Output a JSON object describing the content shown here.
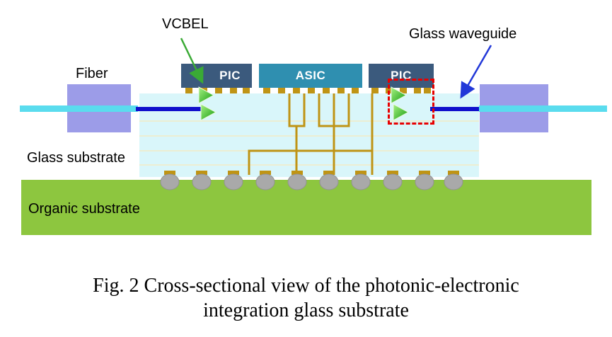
{
  "diagram": {
    "labels": {
      "vcbel": "VCBEL",
      "glass_waveguide": "Glass waveguide",
      "fiber": "Fiber",
      "glass_substrate": "Glass substrate",
      "organic_substrate": "Organic substrate"
    },
    "chips": {
      "pic_left": "PIC",
      "asic": "ASIC",
      "pic_right": "PIC"
    },
    "colors": {
      "fiber_connector": "#9c9ce8",
      "fiber_line": "#5adcee",
      "waveguide": "#1010cc",
      "glass_substrate": "#d9f6fa",
      "pic_chip": "#3b5a7d",
      "asic_chip": "#2f8fb0",
      "gold_interconnect": "#bf9415",
      "solder_ball": "#a9a9a9",
      "organic_substrate": "#8dc63f",
      "vcsel_mirror_green": "#2db31a",
      "highlight_box_red": "#e80000",
      "arrow_green": "#3aaa35",
      "arrow_blue": "#2238d8"
    }
  },
  "caption": {
    "line1": "Fig. 2 Cross-sectional view of the photonic-electronic",
    "line2": "integration glass substrate"
  }
}
